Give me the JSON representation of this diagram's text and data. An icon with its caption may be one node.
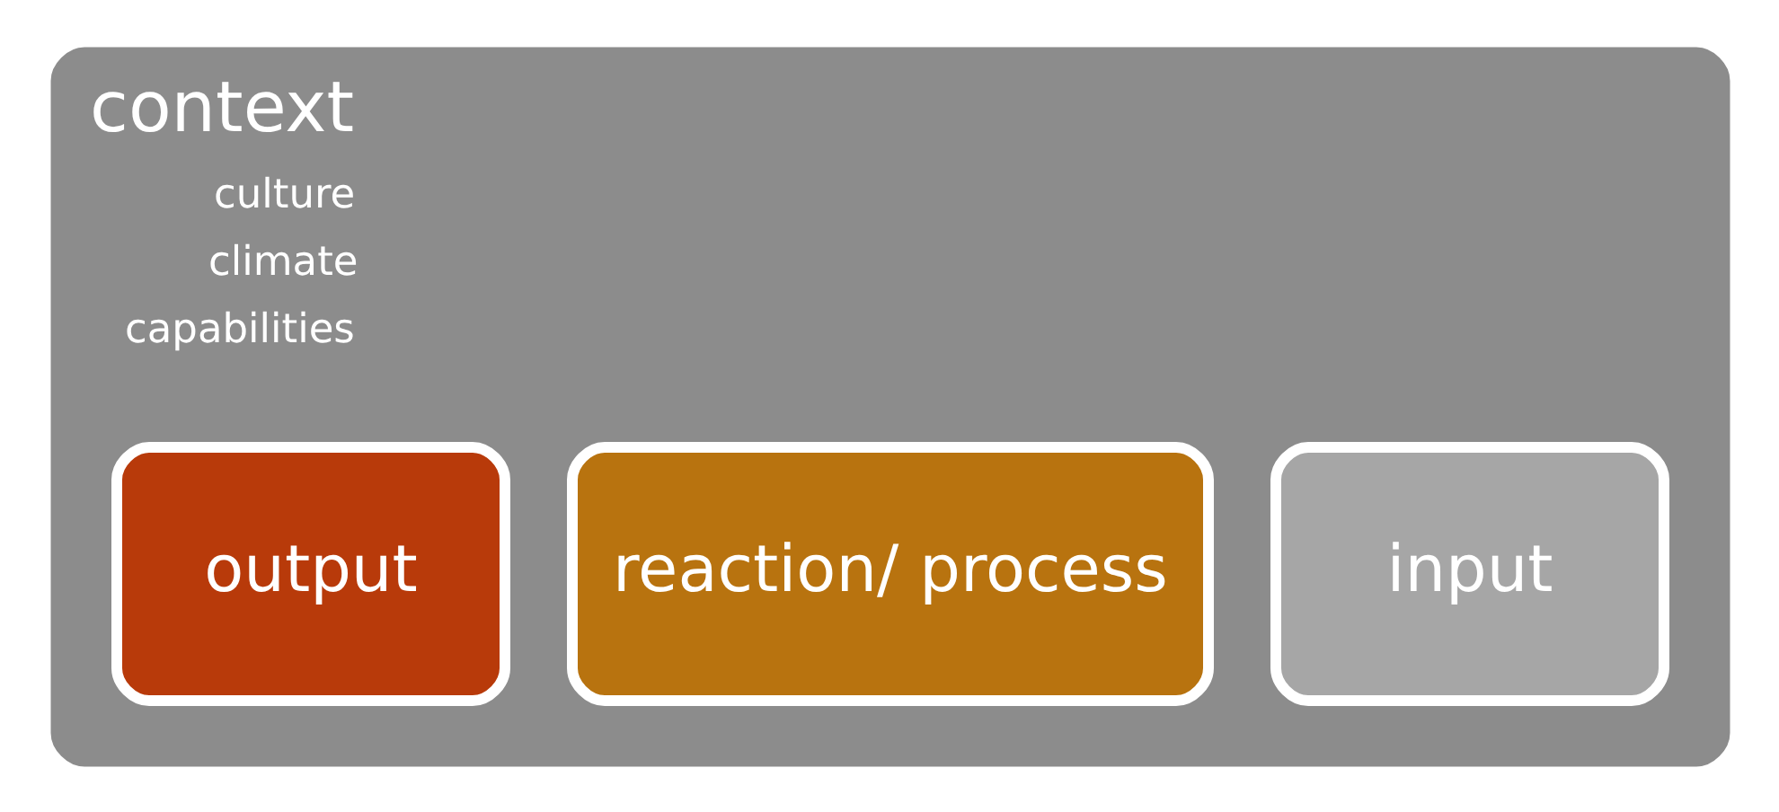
{
  "diagram": {
    "nodes": [
      {
        "text": [
          "context",
          "culture",
          "climate",
          "capabilities"
        ]
      },
      {
        "text": [
          "input"
        ],
        "in": 0
      },
      {
        "text": [
          "reaction/ process"
        ],
        "in": 0
      },
      {
        "text": [
          "output"
        ],
        "in": 0
      }
    ]
  }
}
